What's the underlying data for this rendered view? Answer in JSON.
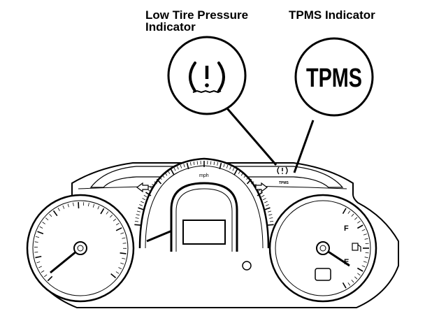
{
  "callouts": {
    "low_tire_pressure_title": "Low Tire Pressure",
    "low_tire_pressure_subtitle": "Indicator",
    "tpms_title": "TPMS Indicator",
    "tpms_bubble_text": "TPMS",
    "low_tire_bubble_icon": "low-tire-pressure-icon"
  },
  "cluster": {
    "speed_unit": "mph",
    "fuel_full_mark": "F",
    "fuel_empty_mark": "E",
    "tpms_small_text": "TPMS",
    "fuel_pump_icon": "fuel-pump-icon",
    "left_turn_icon": "left-turn-arrow-icon",
    "right_turn_icon": "right-turn-arrow-icon"
  }
}
